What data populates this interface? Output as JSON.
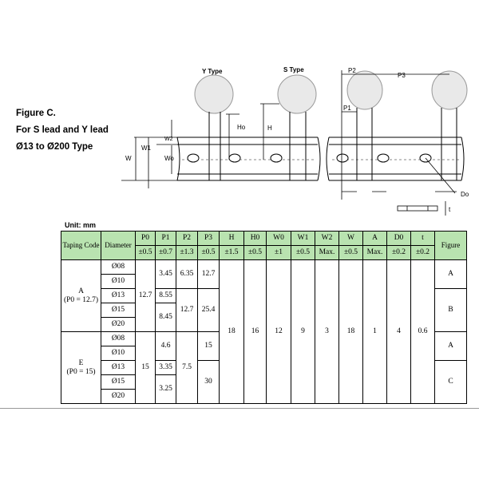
{
  "figure": {
    "title": "Figure C.",
    "subtitle": "For S lead and Y lead",
    "range": "Ø13 to Ø200 Type"
  },
  "diagram": {
    "labels": {
      "y_type": "Y Type",
      "s_type": "S Type",
      "ho": "Ho",
      "h": "H",
      "w2": "W2",
      "w1": "W1",
      "w": "W",
      "wo": "Wo",
      "p2": "P2",
      "p3": "P3",
      "p1": "P1",
      "do": "Do",
      "t": "t"
    }
  },
  "unit": "Unit: mm",
  "table": {
    "headers": [
      {
        "label": "Taping Code",
        "tol": ""
      },
      {
        "label": "Diameter",
        "tol": ""
      },
      {
        "label": "P0",
        "tol": "±0.5"
      },
      {
        "label": "P1",
        "tol": "±0.7"
      },
      {
        "label": "P2",
        "tol": "±1.3"
      },
      {
        "label": "P3",
        "tol": "±0.5"
      },
      {
        "label": "H",
        "tol": "±1.5"
      },
      {
        "label": "H0",
        "tol": "±0.5"
      },
      {
        "label": "W0",
        "tol": "±1"
      },
      {
        "label": "W1",
        "tol": "±0.5"
      },
      {
        "label": "W2",
        "tol": "Max."
      },
      {
        "label": "W",
        "tol": "±0.5"
      },
      {
        "label": "A",
        "tol": "Max."
      },
      {
        "label": "D0",
        "tol": "±0.2"
      },
      {
        "label": "t",
        "tol": "±0.2"
      },
      {
        "label": "Figure",
        "tol": ""
      }
    ],
    "groupA": {
      "code": "A",
      "note": "(P0 = 12.7)",
      "diameters": [
        "Ø08",
        "Ø10",
        "Ø13",
        "Ø15",
        "Ø20"
      ],
      "p0": "12.7",
      "p1": [
        "3.45",
        "8.55",
        "8.45"
      ],
      "p2": [
        "6.35",
        "12.7"
      ],
      "p3": [
        "12.7",
        "25.4"
      ],
      "figures": [
        "A",
        "B"
      ]
    },
    "groupE": {
      "code": "E",
      "note": "(P0 = 15)",
      "diameters": [
        "Ø08",
        "Ø10",
        "Ø13",
        "Ø15",
        "Ø20"
      ],
      "p0": "15",
      "p1": [
        "4.6",
        "3.35",
        "3.25"
      ],
      "p2": "7.5",
      "p3": [
        "15",
        "30"
      ],
      "figures": [
        "A",
        "C"
      ]
    },
    "common": {
      "h": "18",
      "h0": "16",
      "w0": "12",
      "w1": "9",
      "w2": "3",
      "w": "18",
      "a": "1",
      "d0": "4",
      "t": "0.6"
    }
  }
}
